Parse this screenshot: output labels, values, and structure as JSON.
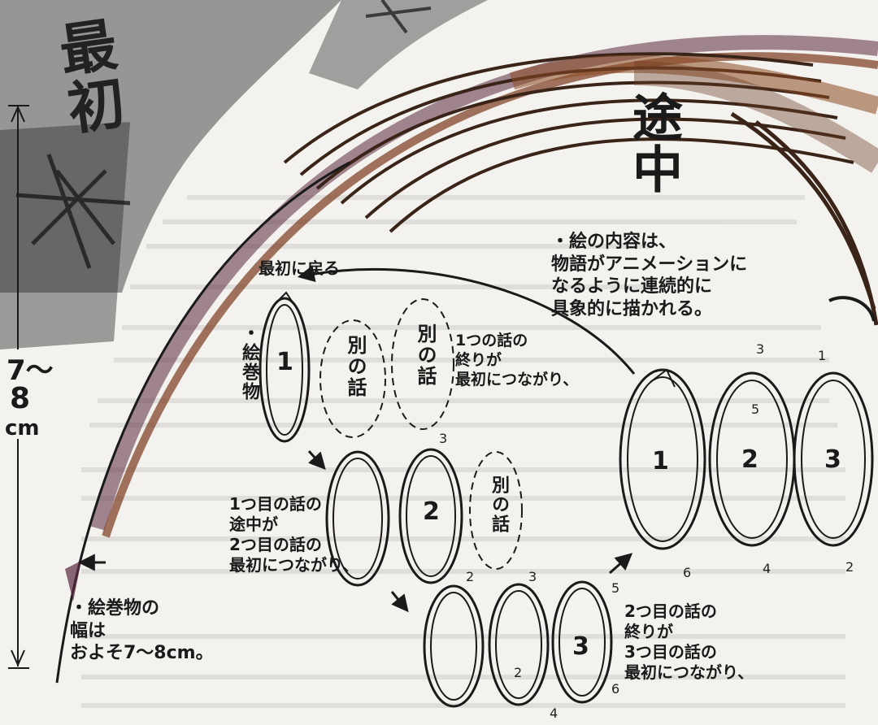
{
  "labels": {
    "start": "最初",
    "middle": "途中",
    "return_to_start": "最初に戻る",
    "scroll_label": "・絵巻物",
    "other_story_1": "別の話",
    "other_story_2": "別の話",
    "other_story_3": "別の話",
    "story1_note": "1つ目の話の\n途中が\n2つ目の話の\n最初につながり、",
    "story2_note": "2つ目の話の\n終りが\n3つ目の話の\n最初につながり、",
    "ending_note": "1つの話の\n終りが\n最初につながり、",
    "content_note": "・絵の内容は、\n物語がアニメーションに\nなるように連続的に\n具象的に描かれる。",
    "width_note": "・絵巻物の\n幅は\nおよそ7〜8cm。",
    "width_value_top": "7〜",
    "width_value_mid": "8",
    "width_unit": "cm"
  },
  "loops": {
    "left_single": "1",
    "mid_two": "2",
    "bottom_three": "3",
    "right_one": "1",
    "right_two": "2",
    "right_three": "3"
  },
  "step_numbers": {
    "right_top_1": "1",
    "right_top_3": "3",
    "right_5": "5",
    "right_bottom_2": "2",
    "right_bottom_4": "4",
    "right_bottom_6": "6",
    "mid_3": "3",
    "bottom_2": "2",
    "bottom_3": "3",
    "bottom_5": "5",
    "bottom_low_2": "2",
    "bottom_low_4": "4",
    "bottom_low_6": "6"
  },
  "colors": {
    "ink": "#1a1a1a",
    "arc_brown": "#7a3a1e",
    "arc_dark": "#3a2418",
    "paper": "#f4f2ee",
    "pencil_gray": "#555555",
    "accent_purple": "#5a2a40"
  }
}
